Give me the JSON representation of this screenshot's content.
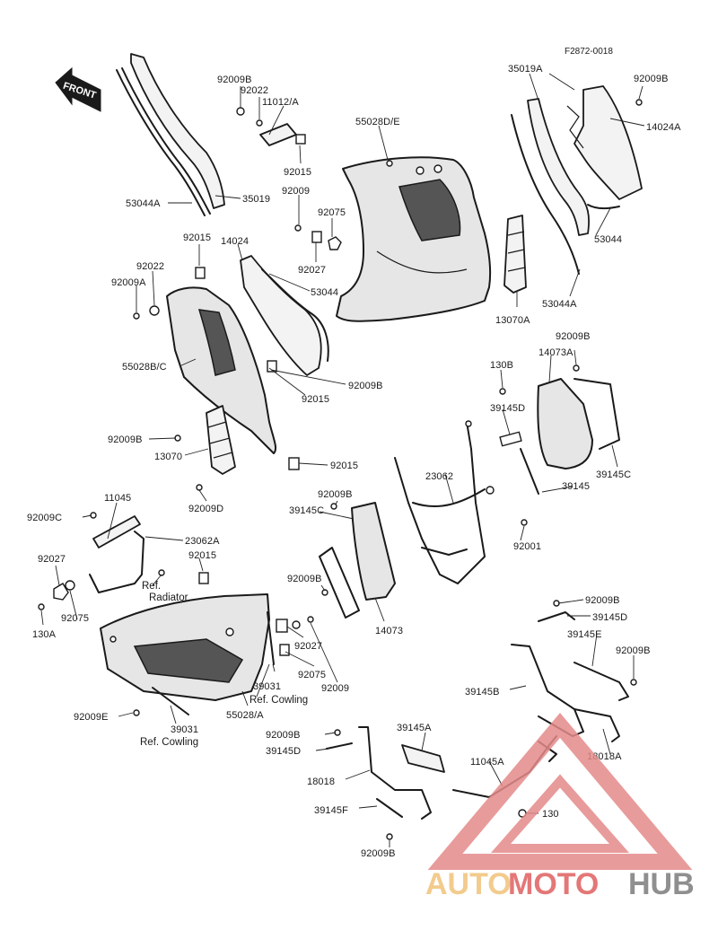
{
  "figure_id": "F2872-0018",
  "front_label": "FRONT",
  "callouts": {
    "c_92009b_tl": "92009B",
    "c_92022_tl": "92022",
    "c_11012a": "11012/A",
    "c_92015_tl": "92015",
    "c_92009_tl": "92009",
    "c_53044a_tl": "53044A",
    "c_35019": "35019",
    "c_55028de": "55028D/E",
    "c_92075_t": "92075",
    "c_92027_t": "92027",
    "c_35019a": "35019A",
    "c_92009b_tr": "92009B",
    "c_14024a": "14024A",
    "c_53044_r": "53044",
    "c_53044a_r": "53044A",
    "c_13070a": "13070A",
    "c_92015_ml": "92015",
    "c_14024": "14024",
    "c_53044_m": "53044",
    "c_92022_ml": "92022",
    "c_92009a": "92009A",
    "c_55028bc": "55028B/C",
    "c_92015_m": "92015",
    "c_92009b_m": "92009B",
    "c_92009b_l": "92009B",
    "c_13070": "13070",
    "c_92015_m2": "92015",
    "c_92009d": "92009D",
    "c_130b": "130B",
    "c_92009b_r2": "92009B",
    "c_14073a": "14073A",
    "c_39145d_m": "39145D",
    "c_39145c": "39145C",
    "c_39145_m": "39145",
    "c_23062": "23062",
    "c_92009b_m2": "92009B",
    "c_39145c_m": "39145C",
    "c_92001": "92001",
    "c_92009c": "92009C",
    "c_11045": "11045",
    "c_23062a": "23062A",
    "c_92027_l": "92027",
    "c_92015_l": "92015",
    "c_ref_radiator_1": "Ref.",
    "c_ref_radiator_2": "Radiator",
    "c_92075_l": "92075",
    "c_130a": "130A",
    "c_92009b_m3": "92009B",
    "c_14073": "14073",
    "c_92027_m": "92027",
    "c_92075_m": "92075",
    "c_92009_m": "92009",
    "c_39031_m": "39031",
    "c_ref_cowling_m": "Ref. Cowling",
    "c_55028a": "55028/A",
    "c_92009e": "92009E",
    "c_39031_b": "39031",
    "c_ref_cowling_b": "Ref. Cowling",
    "c_92009b_r3": "92009B",
    "c_39145d_r": "39145D",
    "c_39145e": "39145E",
    "c_92009b_r4": "92009B",
    "c_39145b": "39145B",
    "c_18018a": "18018A",
    "c_92009b_b": "92009B",
    "c_39145a": "39145A",
    "c_39145d_b": "39145D",
    "c_11045a": "11045A",
    "c_18018": "18018",
    "c_130_b": "130",
    "c_39145f": "39145F",
    "c_92009b_bb": "92009B"
  },
  "watermark": {
    "part1": "AUTO",
    "part2": "MOTO",
    "part3": "HUB",
    "color_auto": "#f0c27a",
    "color_moto": "#e06060",
    "color_hub": "#7c7c7c"
  }
}
